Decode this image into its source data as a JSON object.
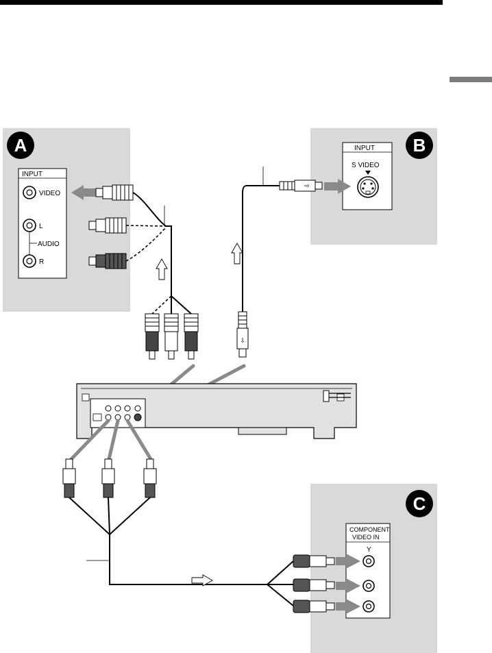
{
  "panels": {
    "a": {
      "badge": "A",
      "input_title": "INPUT",
      "video_label": "VIDEO",
      "l_label": "L",
      "audio_label": "AUDIO",
      "r_label": "R"
    },
    "b": {
      "badge": "B",
      "input_title": "INPUT",
      "svideo_label": "S VIDEO"
    },
    "c": {
      "badge": "C",
      "component_label_1": "COMPONENT",
      "component_label_2": "VIDEO IN",
      "y_label": "Y"
    }
  },
  "colors": {
    "panel_background": "#d9d9d9",
    "connection_arrow": "#8a8a8a",
    "badge": "#000000"
  }
}
